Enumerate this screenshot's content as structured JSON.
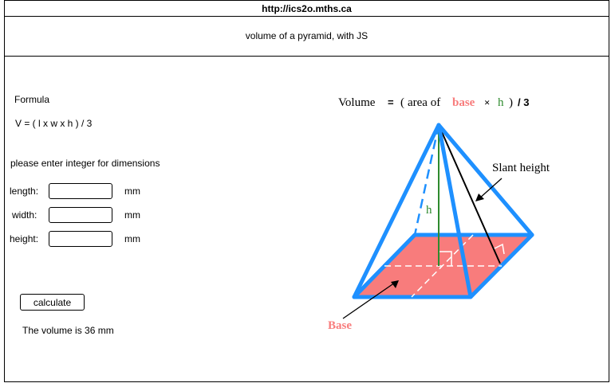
{
  "browser": {
    "url": "http://ics2o.mths.ca"
  },
  "header": {
    "title": "volume of a pyramid, with JS"
  },
  "formula": {
    "heading": "Formula",
    "expression": "V = ( l x w x h ) / 3"
  },
  "instructions": "please enter integer for dimensions",
  "inputs": [
    {
      "label": "length:",
      "value": "",
      "unit": "mm"
    },
    {
      "label": "width:",
      "value": "",
      "unit": "mm"
    },
    {
      "label": "height:",
      "value": "",
      "unit": "mm"
    }
  ],
  "calculate_button": "calculate",
  "result": "The volume is 36 mm",
  "diagram": {
    "formula_parts": {
      "volume": "Volume",
      "equals": "=",
      "open": "(",
      "area_of": "area of",
      "base": "base",
      "times": "×",
      "h": "h",
      "close": ")",
      "div": "/ 3"
    },
    "height_label": "h",
    "slant_height_label": "Slant height",
    "base_label": "Base",
    "colors": {
      "edge": "#1e90ff",
      "base_fill": "#f87c7c",
      "height_line": "#2e8b2e",
      "base_text": "#f87c7c"
    }
  }
}
